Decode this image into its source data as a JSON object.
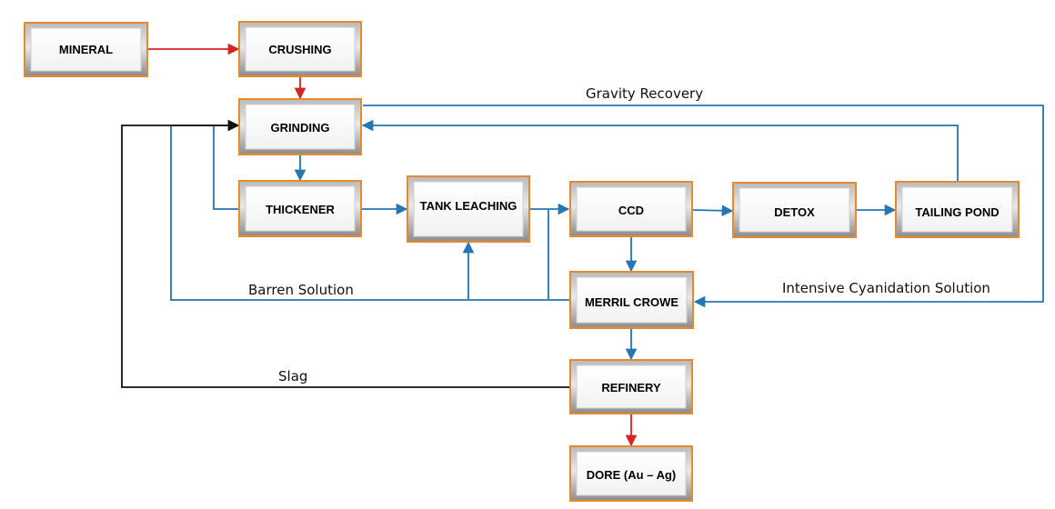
{
  "colors": {
    "box_border": "#E8892B",
    "box_fill_light": "#FAFAFA",
    "box_fill_dark": "#9A9A9A",
    "flow_red": "#D8231F",
    "flow_blue": "#2476B5",
    "flow_black": "#111111"
  },
  "nodes": {
    "mineral": "MINERAL",
    "crushing": "CRUSHING",
    "grinding": "GRINDING",
    "thickener": "THICKENER",
    "tank_leaching": "TANK LEACHING",
    "ccd": "CCD",
    "detox": "DETOX",
    "tailing_pond": "TAILING POND",
    "merril_crowe": "MERRIL CROWE",
    "refinery": "REFINERY",
    "dore": "DORE (Au – Ag)"
  },
  "edge_labels": {
    "gravity_recovery": "Gravity Recovery",
    "barren_solution": "Barren Solution",
    "intensive_cyanidation": "Intensive Cyanidation Solution",
    "slag": "Slag"
  }
}
